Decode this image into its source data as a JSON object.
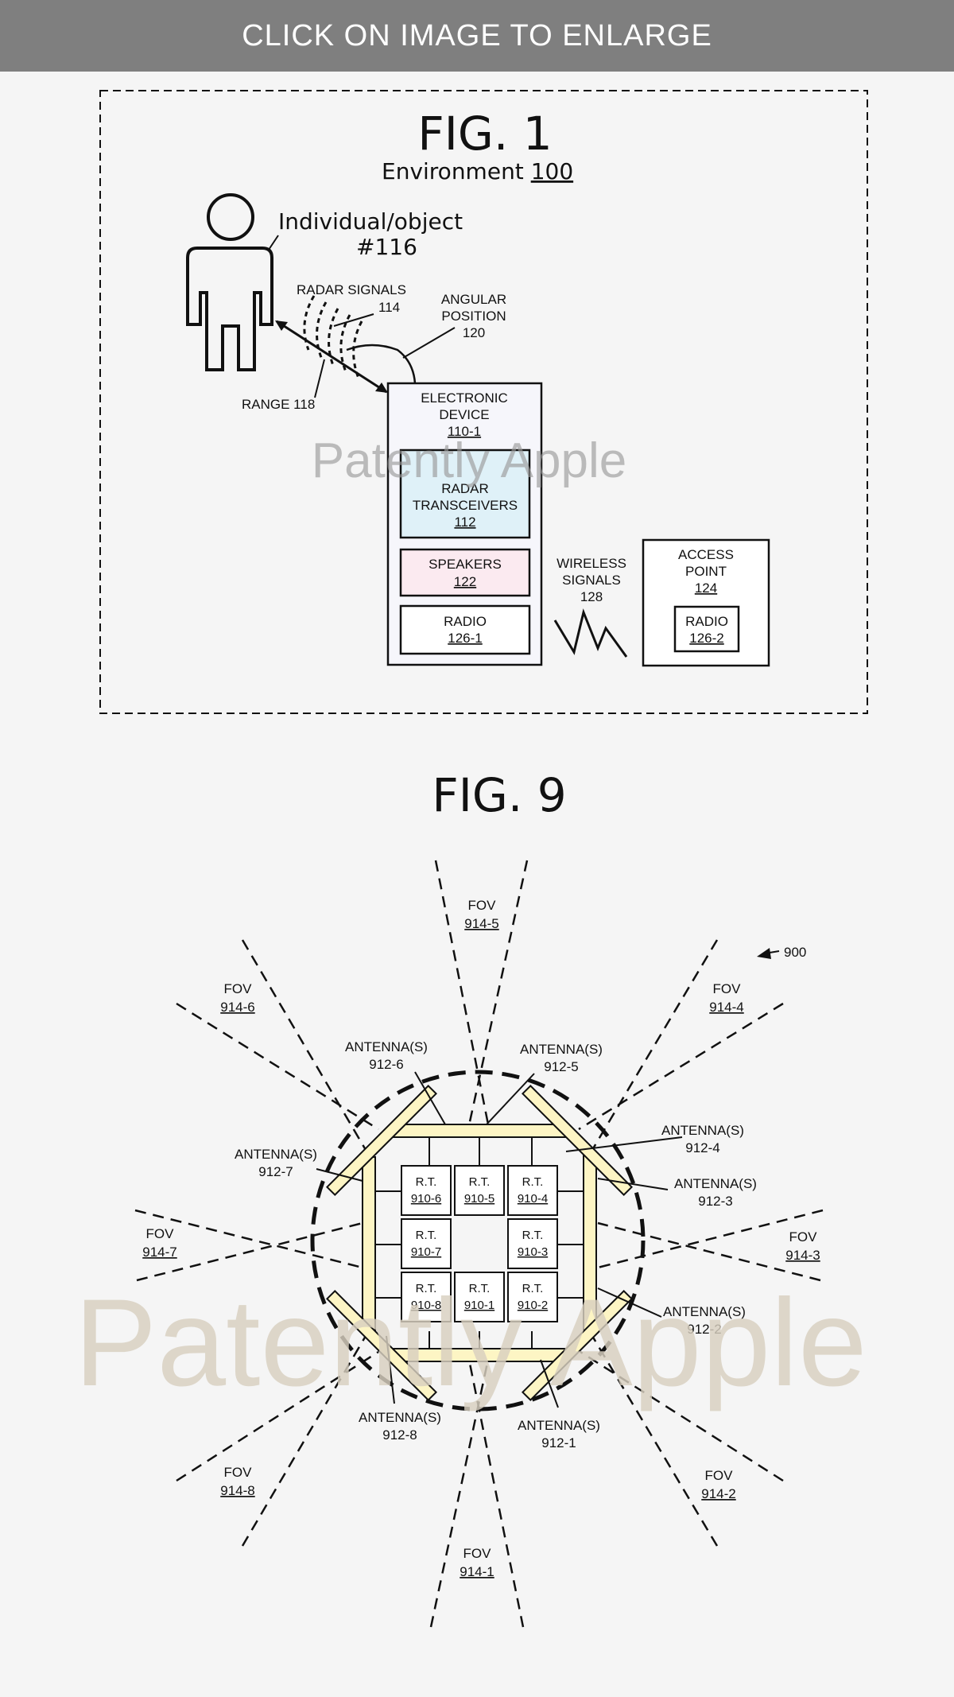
{
  "banner": {
    "text": "CLICK ON IMAGE TO ENLARGE"
  },
  "watermark": {
    "text": "Patently Apple"
  },
  "fig1": {
    "title": "FIG. 1",
    "env_label": "Environment ",
    "env_num": "100",
    "person_line1": "Individual/object",
    "person_line2": "#116",
    "radar_signals_line1": "RADAR SIGNALS",
    "radar_signals_line2": "114",
    "angular_line1": "ANGULAR",
    "angular_line2": "POSITION",
    "angular_line3": "120",
    "range": "RANGE 118",
    "device_line1": "ELECTRONIC",
    "device_line2": "DEVICE",
    "device_num": "110-1",
    "radar_tx_line1": "RADAR",
    "radar_tx_line2": "TRANSCEIVERS",
    "radar_tx_num": "112",
    "speakers": "SPEAKERS",
    "speakers_num": "122",
    "radio": "RADIO",
    "radio_num": "126-1",
    "wireless_line1": "WIRELESS",
    "wireless_line2": "SIGNALS",
    "wireless_line3": "128",
    "ap_line1": "ACCESS",
    "ap_line2": "POINT",
    "ap_num": "124",
    "ap_radio": "RADIO",
    "ap_radio_num": "126-2"
  },
  "fig9": {
    "title": "FIG. 9",
    "ref": "900",
    "fov": "FOV",
    "fov_nums": [
      "914-1",
      "914-2",
      "914-3",
      "914-4",
      "914-5",
      "914-6",
      "914-7",
      "914-8"
    ],
    "antenna": "ANTENNA(S)",
    "antenna_nums": [
      "912-1",
      "912-2",
      "912-3",
      "912-4",
      "912-5",
      "912-6",
      "912-7",
      "912-8"
    ],
    "rt": "R.T.",
    "rt_nums": [
      "910-1",
      "910-2",
      "910-3",
      "910-4",
      "910-5",
      "910-6",
      "910-7",
      "910-8"
    ]
  },
  "colors": {
    "banner": "#7f7f7f",
    "antenna_fill": "#fdf5c4",
    "radar_fill": "#dff1f8",
    "speaker_fill": "#fbeaf0",
    "watermark_large": "#d8cfbf"
  }
}
